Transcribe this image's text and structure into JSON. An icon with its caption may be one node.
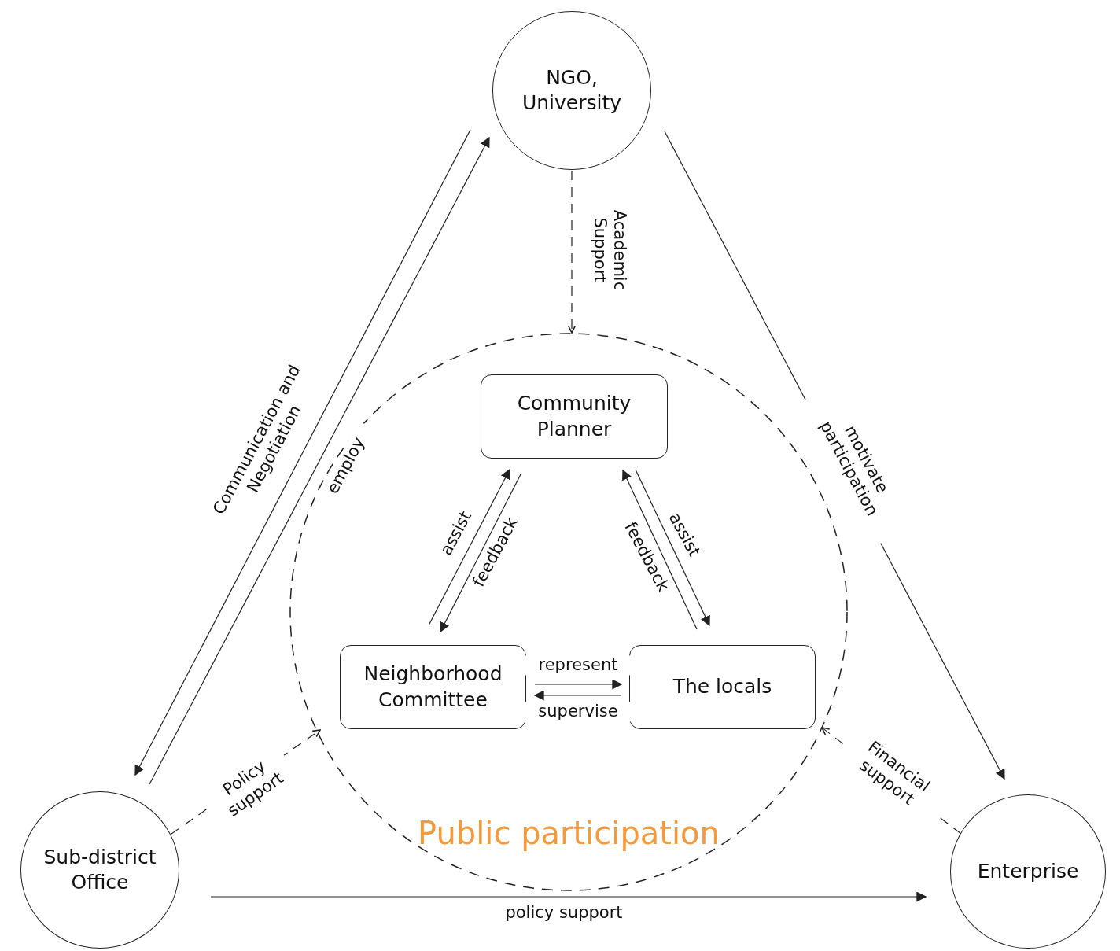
{
  "diagram": {
    "nodes": [
      {
        "text": [
          "NGO, University"
        ]
      },
      {
        "text": [
          "Public participation"
        ]
      },
      {
        "text": [
          "Community Planner"
        ],
        "in": 1
      },
      {
        "text": [
          "Neighborhood Committee"
        ],
        "in": 1
      },
      {
        "text": [
          "The locals"
        ],
        "in": 1
      },
      {
        "text": [
          "Sub-district Office"
        ]
      },
      {
        "text": [
          "Enterprise"
        ]
      }
    ],
    "edges": [
      {
        "from": 0,
        "to": 1,
        "arrow": "to",
        "label": "Academic Support",
        "style": "dashed"
      },
      {
        "from": 0,
        "to": 5,
        "arrow": "to",
        "label": "Communication and Negotiation"
      },
      {
        "from": 5,
        "to": 0,
        "arrow": "to",
        "label": "employ"
      },
      {
        "from": 0,
        "to": 6,
        "arrow": "to",
        "label": "motivate participation"
      },
      {
        "from": 5,
        "to": 1,
        "arrow": "to",
        "label": "Policy support",
        "style": "dashed"
      },
      {
        "from": 6,
        "to": 1,
        "arrow": "to",
        "label": "Financial support",
        "style": "dashed"
      },
      {
        "from": 5,
        "to": 6,
        "arrow": "to",
        "label": "policy support"
      },
      {
        "from": 3,
        "to": 2,
        "arrow": "to",
        "label": "assist"
      },
      {
        "from": 2,
        "to": 3,
        "arrow": "to",
        "label": "feedback"
      },
      {
        "from": 4,
        "to": 2,
        "arrow": "to",
        "label": "feedback"
      },
      {
        "from": 2,
        "to": 4,
        "arrow": "to",
        "label": "assist"
      },
      {
        "from": 3,
        "to": 4,
        "arrow": "to",
        "label": "represent"
      },
      {
        "from": 4,
        "to": 3,
        "arrow": "to",
        "label": "supervise"
      }
    ]
  }
}
